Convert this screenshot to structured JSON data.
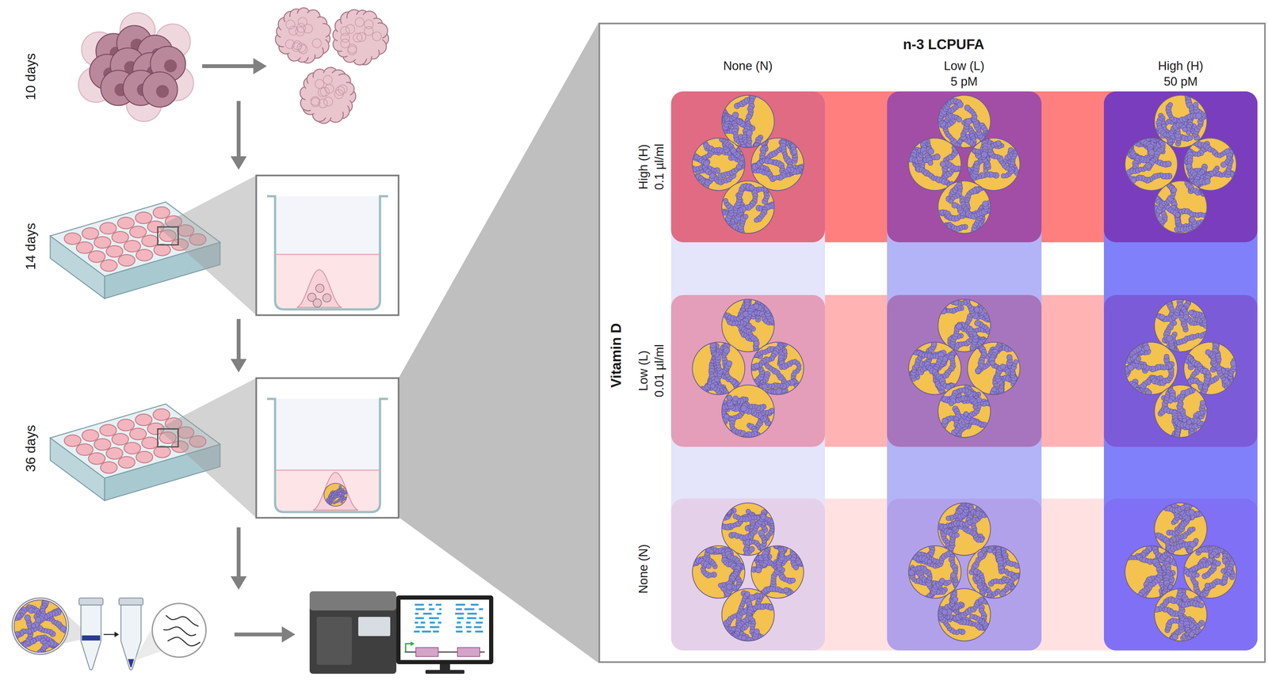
{
  "diagram": {
    "nodes": [
      {
        "text": [
          "n-3 LCPUFA",
          "Vitamin D"
        ]
      },
      {
        "text": [
          "None (N)"
        ],
        "in": 0
      },
      {
        "text": [
          "Low (L)",
          "5 pM"
        ],
        "in": 0
      },
      {
        "text": [
          "High (H)",
          "50 pM"
        ],
        "in": 0
      },
      {
        "text": [
          "High (H)",
          "0.1 µl/ml"
        ],
        "in": 0
      },
      {
        "text": [
          "Low (L)",
          "0.01 µl/ml"
        ],
        "in": 0
      },
      {
        "text": [
          "None (N)"
        ],
        "in": 0
      }
    ],
    "labels": [
      "10 days",
      "14 days",
      "36 days"
    ]
  }
}
